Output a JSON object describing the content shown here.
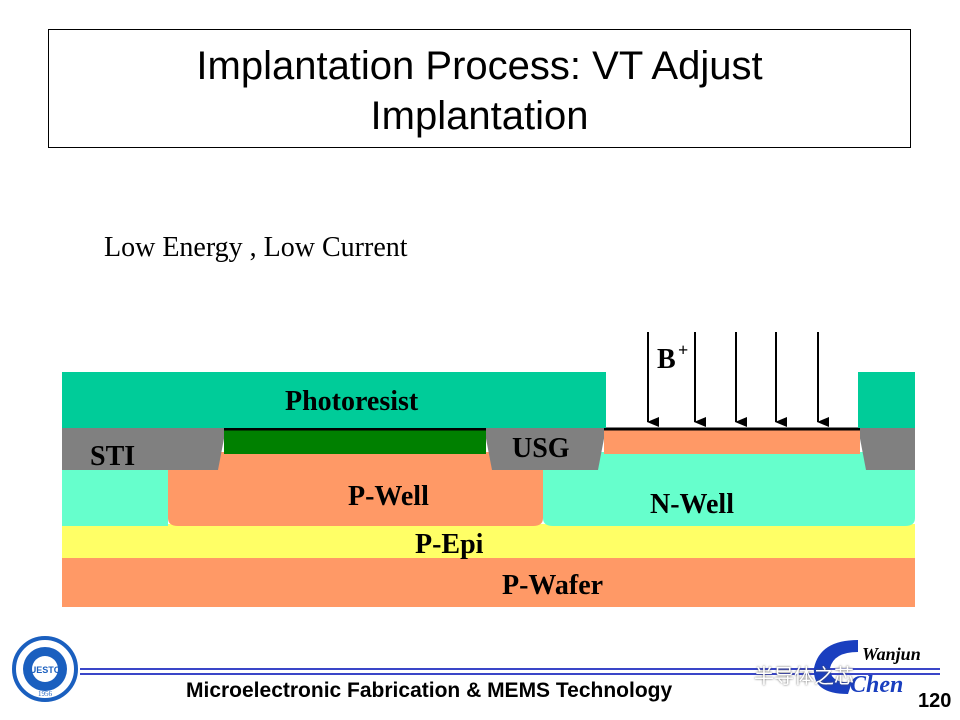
{
  "slide": {
    "title_line1": "Implantation Process: VT Adjust",
    "title_line2": "Implantation",
    "subtitle": "Low Energy , Low Current"
  },
  "diagram": {
    "labels": {
      "photoresist": "Photoresist",
      "sti": "STI",
      "usg": "USG",
      "p_well": "P-Well",
      "n_well": "N-Well",
      "p_epi": "P-Epi",
      "p_wafer": "P-Wafer",
      "ion": "B",
      "ion_charge": "+"
    },
    "colors": {
      "photoresist": "#00cc99",
      "oxide": "#808080",
      "gate_region": "#008000",
      "p_well": "#ff9966",
      "n_well": "#66ffcc",
      "p_epi": "#ffff66",
      "p_wafer": "#ff9966"
    }
  },
  "footer": {
    "text": "Microelectronic Fabrication & MEMS Technology",
    "page_number": "120",
    "watermark": "半导体之芯",
    "brand_upper": "Wanjun",
    "brand_lower": "Chen",
    "university_logo_text": "UESTC",
    "university_year": "1956"
  }
}
